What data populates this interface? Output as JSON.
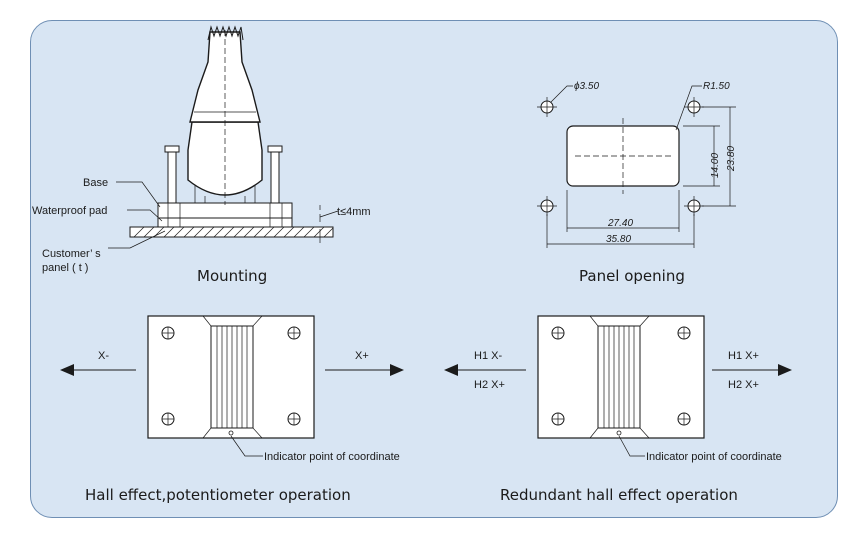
{
  "mounting": {
    "title": "Mounting",
    "label_base": "Base",
    "label_pad": "Waterproof pad",
    "label_panel_1": "Customer’ s",
    "label_panel_2": "panel ( t )",
    "label_thickness": "t≤4mm"
  },
  "opening": {
    "title": "Panel opening",
    "dim_hole": "ϕ3.50",
    "dim_radius": "R1.50",
    "dim_height_inner": "14.00",
    "dim_height_outer": "23.80",
    "dim_width_inner": "27.40",
    "dim_width_outer": "35.80"
  },
  "hall": {
    "title": "Hall effect,potentiometer operation",
    "x_minus": "X-",
    "x_plus": "X+",
    "indicator": "Indicator point of coordinate"
  },
  "redundant": {
    "title": "Redundant hall effect operation",
    "left_top": "H1 X-",
    "left_bottom": "H2 X+",
    "right_top": "H1 X+",
    "right_bottom": "H2 X+",
    "indicator": "Indicator point of coordinate"
  }
}
